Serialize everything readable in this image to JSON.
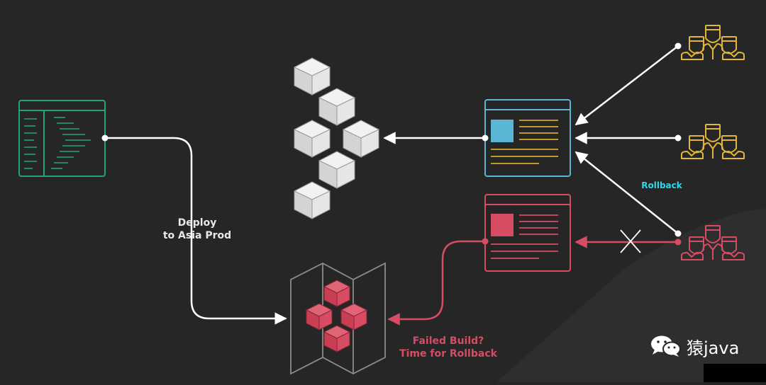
{
  "labels": {
    "deploy_line1": "Deploy",
    "deploy_line2": "to Asia Prod",
    "rollback": "Rollback",
    "failed_line1": "Failed Build?",
    "failed_line2": "Time for Rollback"
  },
  "watermark": {
    "text": "猿java",
    "icon": "wechat-icon"
  },
  "icons": {
    "source": "code-editor-icon",
    "cluster": "container-cubes-icon",
    "good_release": "web-page-icon",
    "bad_release": "failed-web-page-icon",
    "failed_cluster": "failed-container-map-icon",
    "users": "user-group-icon",
    "block": "blocked-cross-icon"
  },
  "colors": {
    "background": "#262626",
    "editor_green": "#22a477",
    "page_blue": "#5ab6d3",
    "page_text_yellow": "#d4aa29",
    "users_yellow": "#e2b637",
    "failure_red": "#d64d63",
    "cube_gray": "#e3e3e3",
    "rollback_cyan": "#29d9ec",
    "arrow_white": "#ffffff"
  }
}
